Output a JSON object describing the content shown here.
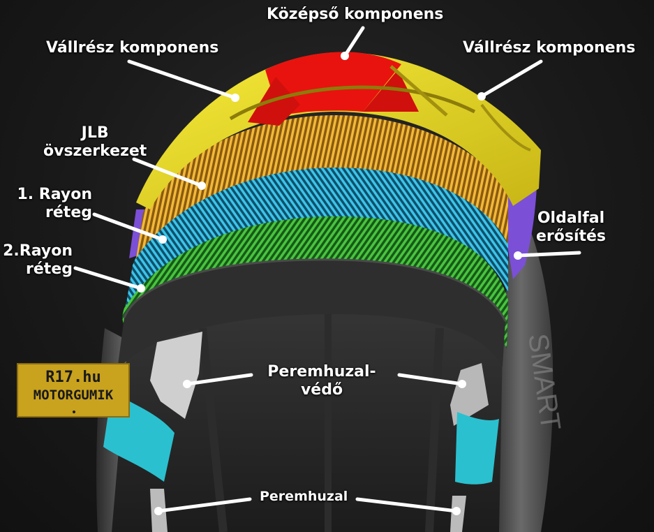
{
  "labels": {
    "center_component": "Középső komponens",
    "shoulder_left": "Vállrész komponens",
    "shoulder_right": "Vállrész komponens",
    "jlb_line1": "JLB",
    "jlb_line2": "övszerkezet",
    "rayon1_line1": "1. Rayon",
    "rayon1_line2": "réteg",
    "rayon2_line1": "2.Rayon",
    "rayon2_line2": "réteg",
    "sidewall_line1": "Oldalfal",
    "sidewall_line2": "erősítés",
    "bead_protector_line1": "Peremhuzal-",
    "bead_protector_line2": "védő",
    "bead_wire": "Peremhuzal"
  },
  "logo": {
    "line1": "R17.hu",
    "line2": "MOTORGUMIK"
  },
  "colors": {
    "center_component": "#e8130f",
    "shoulder_component": "#f0e32a",
    "jlb_belt": "#e0a52a",
    "rayon_layer_1": "#2fb6dc",
    "rayon_layer_2": "#3fb53a",
    "sidewall_reinforcement": "#7b4fd6",
    "bead_protector": "#c8c8c8",
    "cyan_rim": "#2bc0cf",
    "logo_background": "#c9a21e"
  }
}
